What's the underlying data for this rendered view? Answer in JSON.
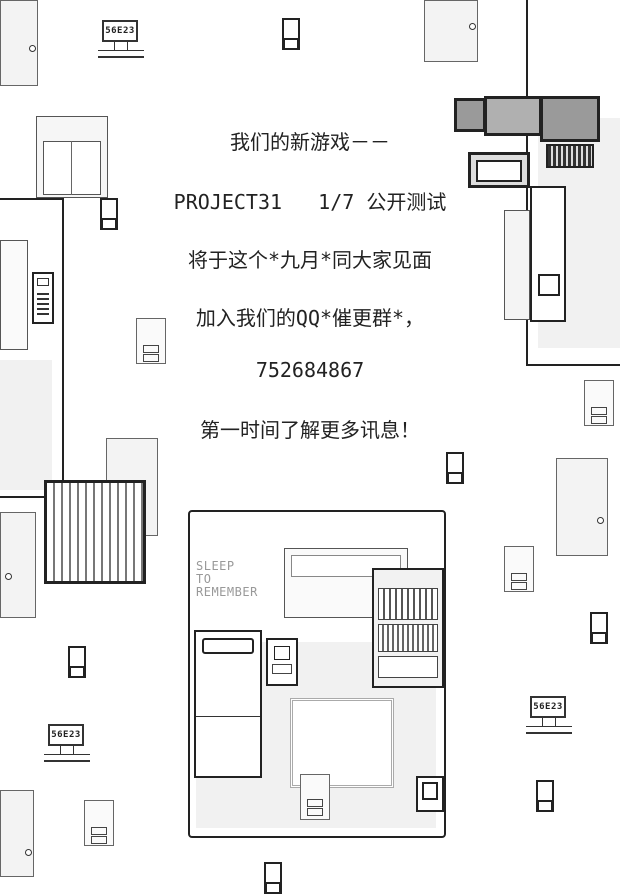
{
  "announcement": {
    "line1": "我们的新游戏－－",
    "line2": "PROJECT31   1/7 公开测试",
    "line3": "将于这个*九月*同大家见面",
    "line4": "加入我们的QQ*催更群*，",
    "line5": "752684867",
    "line6": "第一时间了解更多讯息！"
  },
  "monitor_screens": {
    "top": "56E23",
    "left": "56E23",
    "right": "56E23"
  },
  "room_sign": {
    "line1": "SLEEP",
    "line2": "TO",
    "line3": "REMEMBER"
  },
  "colors": {
    "background": "#ffffff",
    "outline": "#222222",
    "floor": "#f1f1f1",
    "machine_gray": "#9a9a9a"
  }
}
